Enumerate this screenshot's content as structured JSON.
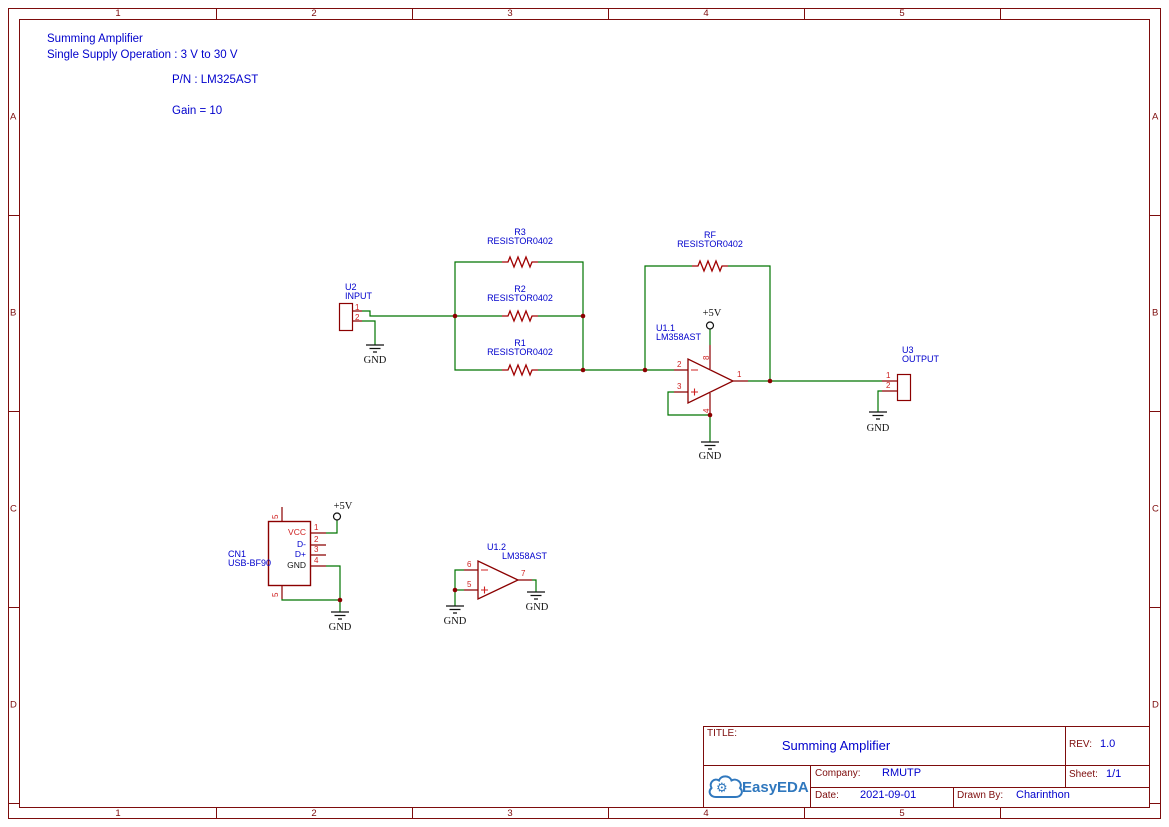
{
  "header": {
    "line1": "Summing Amplifier",
    "line2": "Single Supply Operation : 3 V to 30 V",
    "line3": "P/N : LM325AST",
    "line4": "Gain = 10"
  },
  "frame": {
    "cols": [
      "1",
      "2",
      "3",
      "4",
      "5"
    ],
    "rows": [
      "A",
      "B",
      "C",
      "D"
    ]
  },
  "nets": {
    "gnd": "GND",
    "vcc5": "+5V"
  },
  "components": {
    "u2": {
      "ref": "U2",
      "value": "INPUT",
      "pin1": "1",
      "pin2": "2"
    },
    "r3": {
      "ref": "R3",
      "value": "RESISTOR0402"
    },
    "r2": {
      "ref": "R2",
      "value": "RESISTOR0402"
    },
    "r1": {
      "ref": "R1",
      "value": "RESISTOR0402"
    },
    "rf": {
      "ref": "RF",
      "value": "RESISTOR0402"
    },
    "u1_1": {
      "ref": "U1.1",
      "value": "LM358AST",
      "pin_inv": "2",
      "pin_noninv": "3",
      "pin_out": "1",
      "pin_vcc": "8",
      "pin_gnd": "4"
    },
    "u1_2": {
      "ref": "U1.2",
      "value": "LM358AST",
      "pin_inv": "6",
      "pin_noninv": "5",
      "pin_out": "7"
    },
    "cn1": {
      "ref": "CN1",
      "value": "USB-BF90",
      "pin1": "1",
      "pin2": "2",
      "pin3": "3",
      "pin4": "4",
      "shield": "5",
      "name1": "VCC",
      "name2": "D-",
      "name3": "D+",
      "name4": "GND"
    },
    "u3": {
      "ref": "U3",
      "value": "OUTPUT",
      "pin1": "1",
      "pin2": "2"
    }
  },
  "title_block": {
    "title_label": "TITLE:",
    "title": "Summing Amplifier",
    "rev_label": "REV:",
    "rev": "1.0",
    "company_label": "Company:",
    "company": "RMUTP",
    "sheet_label": "Sheet:",
    "sheet": "1/1",
    "date_label": "Date:",
    "date": "2021-09-01",
    "drawn_label": "Drawn By:",
    "drawn_by": "Charinthon",
    "logo_text": "EasyEDA",
    "logo_gear": "⚙"
  },
  "colors": {
    "frame": "#7d0c0c",
    "wire": "#007500",
    "symbol": "#8b0000",
    "text_blue": "#0000cc",
    "pin_red": "#cf2020",
    "logo_blue": "#3078be"
  }
}
